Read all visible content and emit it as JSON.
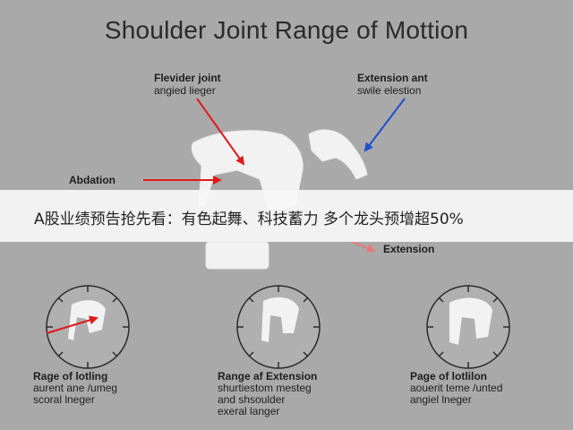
{
  "title": "Shoulder Joint Range of Mottion",
  "labels": {
    "top_left": {
      "heading": "Flevider joint",
      "sub": "angied lieger"
    },
    "top_right": {
      "heading": "Extension ant",
      "sub": "swile elestion"
    },
    "left": "Abdation",
    "right": "Extension"
  },
  "banner": {
    "text": "A股业绩预告抢先看：有色起舞、科技蓄力 多个龙头预增超50%"
  },
  "captions": [
    {
      "heading": "Rage of lotling",
      "lines": [
        "aurent ane /umeg",
        "scoral lneger"
      ]
    },
    {
      "heading": "Range af Extension",
      "lines": [
        "shurtiestom mesteg",
        "and shsoulder",
        "exeral langer"
      ]
    },
    {
      "heading": "Page of lotlilon",
      "lines": [
        "aouerit teme /unted",
        "angiel lneger"
      ]
    }
  ],
  "colors": {
    "background": "#a9a9a9",
    "arrow_red": "#e01a1a",
    "arrow_blue": "#1f4fd1",
    "arrow_pink": "#e87c7c",
    "figure": "#f2f2f2",
    "dial": "#2a2a2a"
  }
}
